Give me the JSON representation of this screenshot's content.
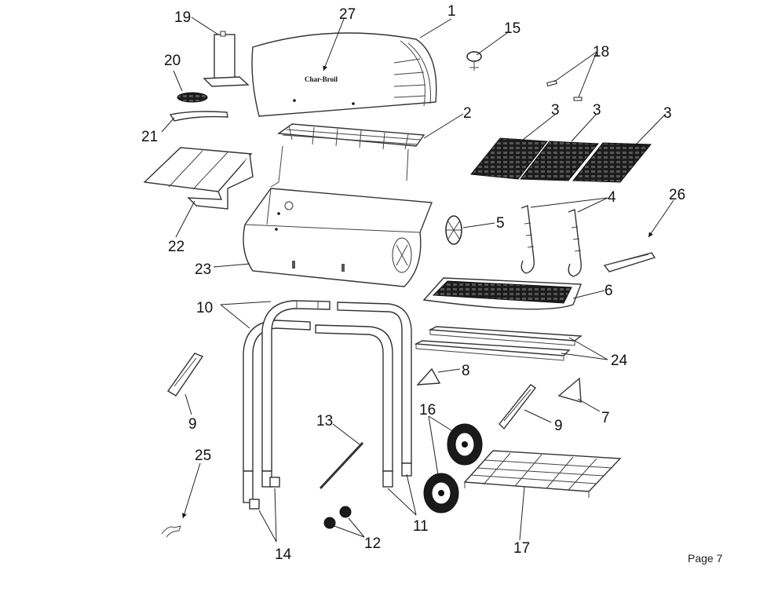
{
  "page_label": "Page 7",
  "logo_text": "Char-Broil",
  "callouts": [
    "1",
    "2",
    "3",
    "3",
    "3",
    "4",
    "5",
    "6",
    "7",
    "8",
    "9",
    "9",
    "10",
    "11",
    "12",
    "13",
    "14",
    "15",
    "16",
    "17",
    "18",
    "19",
    "20",
    "21",
    "22",
    "23",
    "24",
    "25",
    "26",
    "27"
  ]
}
